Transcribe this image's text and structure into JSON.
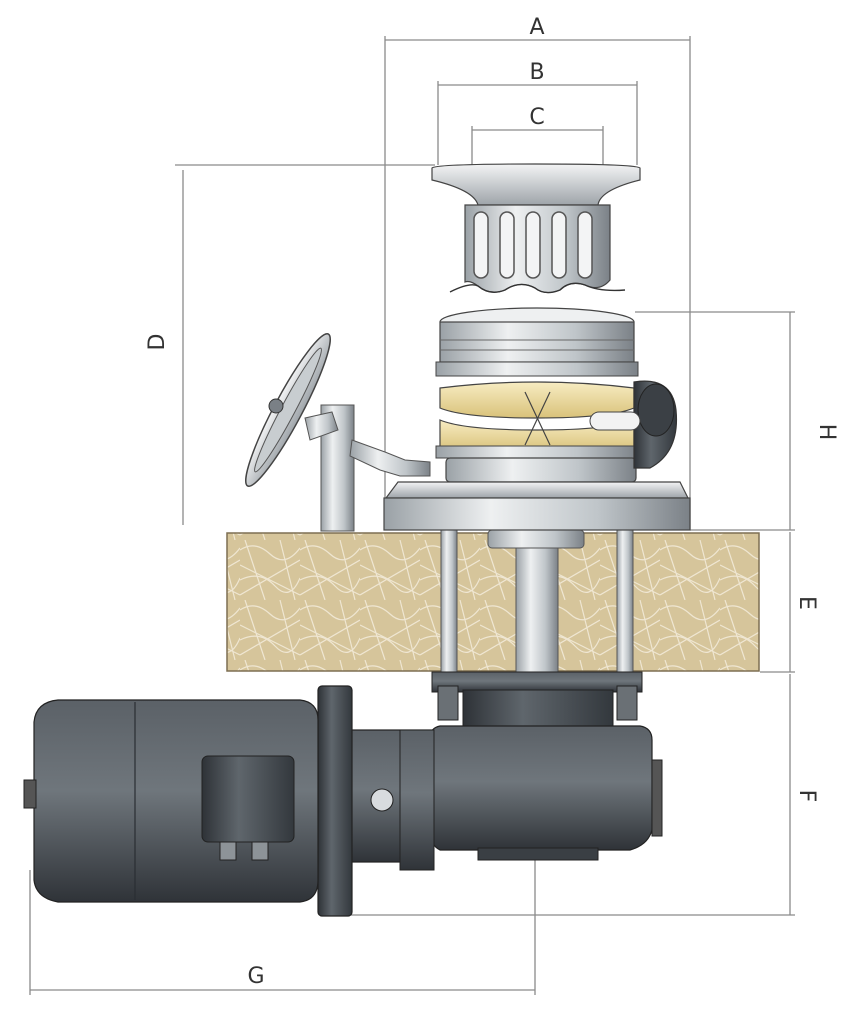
{
  "diagram": {
    "dimension_labels": {
      "A": "A",
      "B": "B",
      "C": "C",
      "D": "D",
      "E": "E",
      "F": "F",
      "G": "G",
      "H": "H"
    }
  },
  "colors": {
    "dim_line": "#8a8a8a",
    "deck_wood": "#d8c7a0",
    "deck_fibers": "#f2ead8",
    "steel_light": "#d9dde0",
    "steel_mid": "#a8aeb2",
    "steel_dark": "#4a4f55",
    "motor_body": "#3f4449",
    "motor_highlight": "#6b7177",
    "chain_wheel": "#efe1a8"
  }
}
